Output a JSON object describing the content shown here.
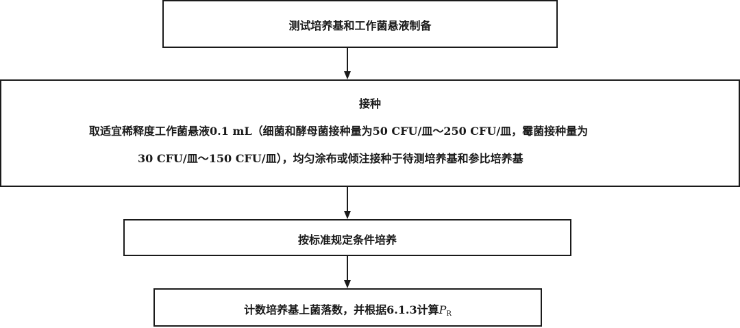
{
  "steps": {
    "prepare": "测试培养基和工作菌悬液制备",
    "inoculate": {
      "title": "接种",
      "line1": "取适宜稀释度工作菌悬液0.1 mL（细菌和酵母菌接种量为50 CFU/皿～250 CFU/皿，霉菌接种量为",
      "line2": "30 CFU/皿～150 CFU/皿），均匀涂布或倾注接种于待测培养基和参比培养基"
    },
    "incubate": "按标准规定条件培养",
    "count": {
      "text": "计数培养基上菌落数，并根据6.1.3计算",
      "symbol": "P",
      "subscript": "R"
    }
  },
  "colors": {
    "line": "#1a1a1a",
    "background": "#ffffff"
  }
}
